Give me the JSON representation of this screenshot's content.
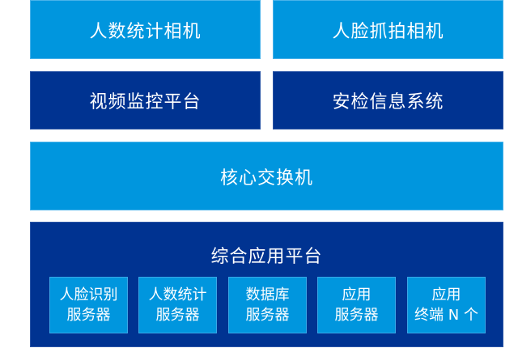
{
  "diagram": {
    "row1": [
      {
        "label": "人数统计相机"
      },
      {
        "label": "人脸抓拍相机"
      }
    ],
    "row2": [
      {
        "label": "视频监控平台"
      },
      {
        "label": "安检信息系统"
      }
    ],
    "core_switch": {
      "label": "核心交换机"
    },
    "platform": {
      "title": "综合应用平台",
      "modules": [
        {
          "line1": "人脸识别",
          "line2": "服务器"
        },
        {
          "line1": "人数统计",
          "line2": "服务器"
        },
        {
          "line1": "数据库",
          "line2": "服务器"
        },
        {
          "line1": "应用",
          "line2": "服务器"
        },
        {
          "line1": "应用",
          "line2": "终端 N 个"
        }
      ]
    },
    "colors": {
      "light_blue": "#0096de",
      "dark_blue": "#003391",
      "text": "#ffffff"
    }
  }
}
